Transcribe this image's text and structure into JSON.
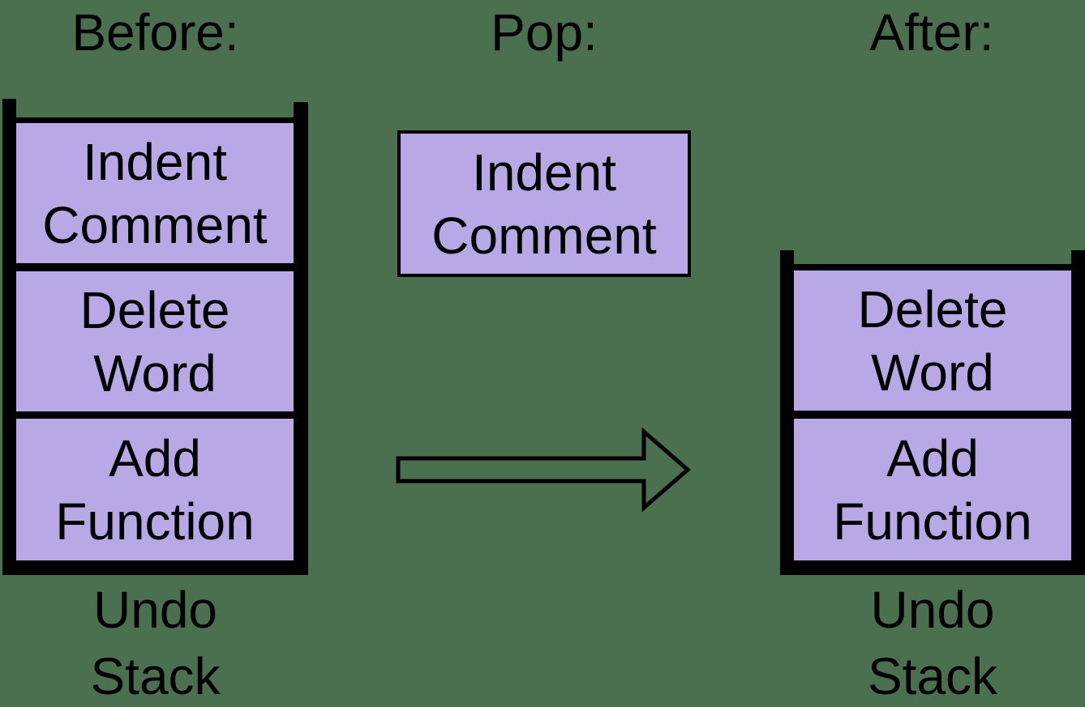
{
  "colors": {
    "background": "#4a7050",
    "box_fill": "#b8a9e6",
    "line": "#000000"
  },
  "sections": {
    "before": {
      "title": "Before:",
      "items": [
        {
          "line1": "Indent",
          "line2": "Comment"
        },
        {
          "line1": "Delete",
          "line2": "Word"
        },
        {
          "line1": "Add",
          "line2": "Function"
        }
      ],
      "stack_label": {
        "line1": "Undo",
        "line2": "Stack"
      }
    },
    "pop": {
      "title": "Pop:",
      "popped_item": {
        "line1": "Indent",
        "line2": "Comment"
      }
    },
    "after": {
      "title": "After:",
      "items": [
        {
          "line1": "Delete",
          "line2": "Word"
        },
        {
          "line1": "Add",
          "line2": "Function"
        }
      ],
      "stack_label": {
        "line1": "Undo",
        "line2": "Stack"
      }
    }
  }
}
